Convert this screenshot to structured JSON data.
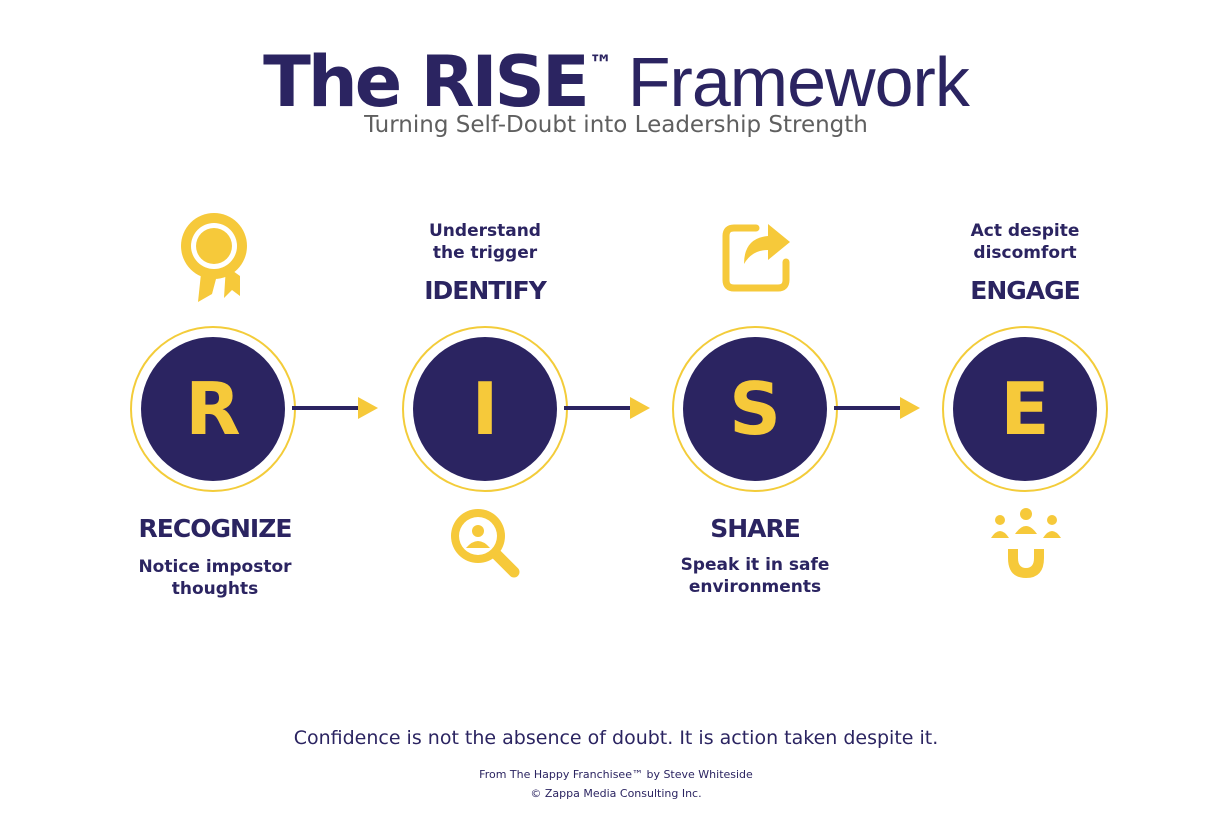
{
  "header": {
    "title_bold": "The RISE",
    "title_tm": "™",
    "title_light": "Framework",
    "subtitle": "Turning Self-Doubt into Leadership Strength"
  },
  "steps": [
    {
      "letter": "R",
      "name": "RECOGNIZE",
      "desc_line1": "Notice impostor",
      "desc_line2": "thoughts",
      "icon": "award-ribbon-icon"
    },
    {
      "letter": "I",
      "name": "IDENTIFY",
      "desc_line1": "Understand",
      "desc_line2": "the trigger",
      "icon": "user-search-icon"
    },
    {
      "letter": "S",
      "name": "SHARE",
      "desc_line1": "Speak it in safe",
      "desc_line2": "environments",
      "icon": "share-arrow-icon"
    },
    {
      "letter": "E",
      "name": "ENGAGE",
      "desc_line1": "Act despite",
      "desc_line2": "discomfort",
      "icon": "magnet-people-icon"
    }
  ],
  "footer": {
    "quote": "Confidence is not the absence of doubt. It is action taken despite it.",
    "credit_line1": "From The Happy Franchisee™ by Steve Whiteside",
    "credit_line2": "© Zappa Media Consulting Inc."
  },
  "colors": {
    "navy": "#2b2461",
    "yellow": "#f6c93a",
    "gray": "#5f5f5f"
  }
}
